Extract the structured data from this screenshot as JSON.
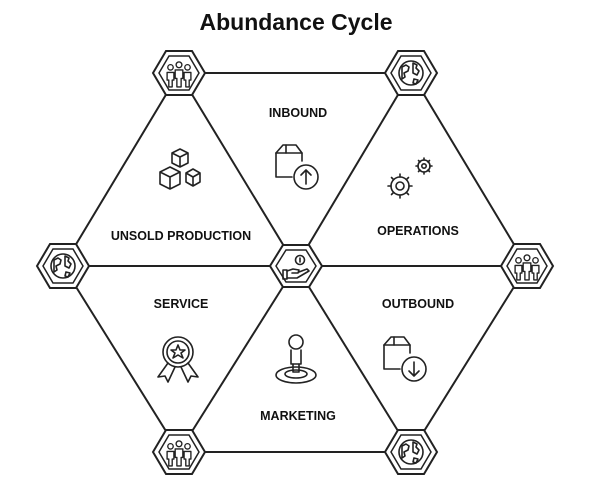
{
  "title": "Abundance Cycle",
  "segments": [
    {
      "label": "INBOUND",
      "icon": "box-upload-icon"
    },
    {
      "label": "OPERATIONS",
      "icon": "gears-icon"
    },
    {
      "label": "OUTBOUND",
      "icon": "box-download-icon"
    },
    {
      "label": "MARKETING",
      "icon": "person-target-icon"
    },
    {
      "label": "SERVICE",
      "icon": "award-badge-icon"
    },
    {
      "label": "UNSOLD PRODUCTION",
      "icon": "boxes-icon"
    }
  ],
  "center_icon": "hand-coins-icon",
  "vertices": [
    {
      "icon": "people-icon"
    },
    {
      "icon": "globe-icon"
    },
    {
      "icon": "people-icon"
    },
    {
      "icon": "globe-icon"
    },
    {
      "icon": "people-icon"
    },
    {
      "icon": "globe-icon"
    }
  ]
}
